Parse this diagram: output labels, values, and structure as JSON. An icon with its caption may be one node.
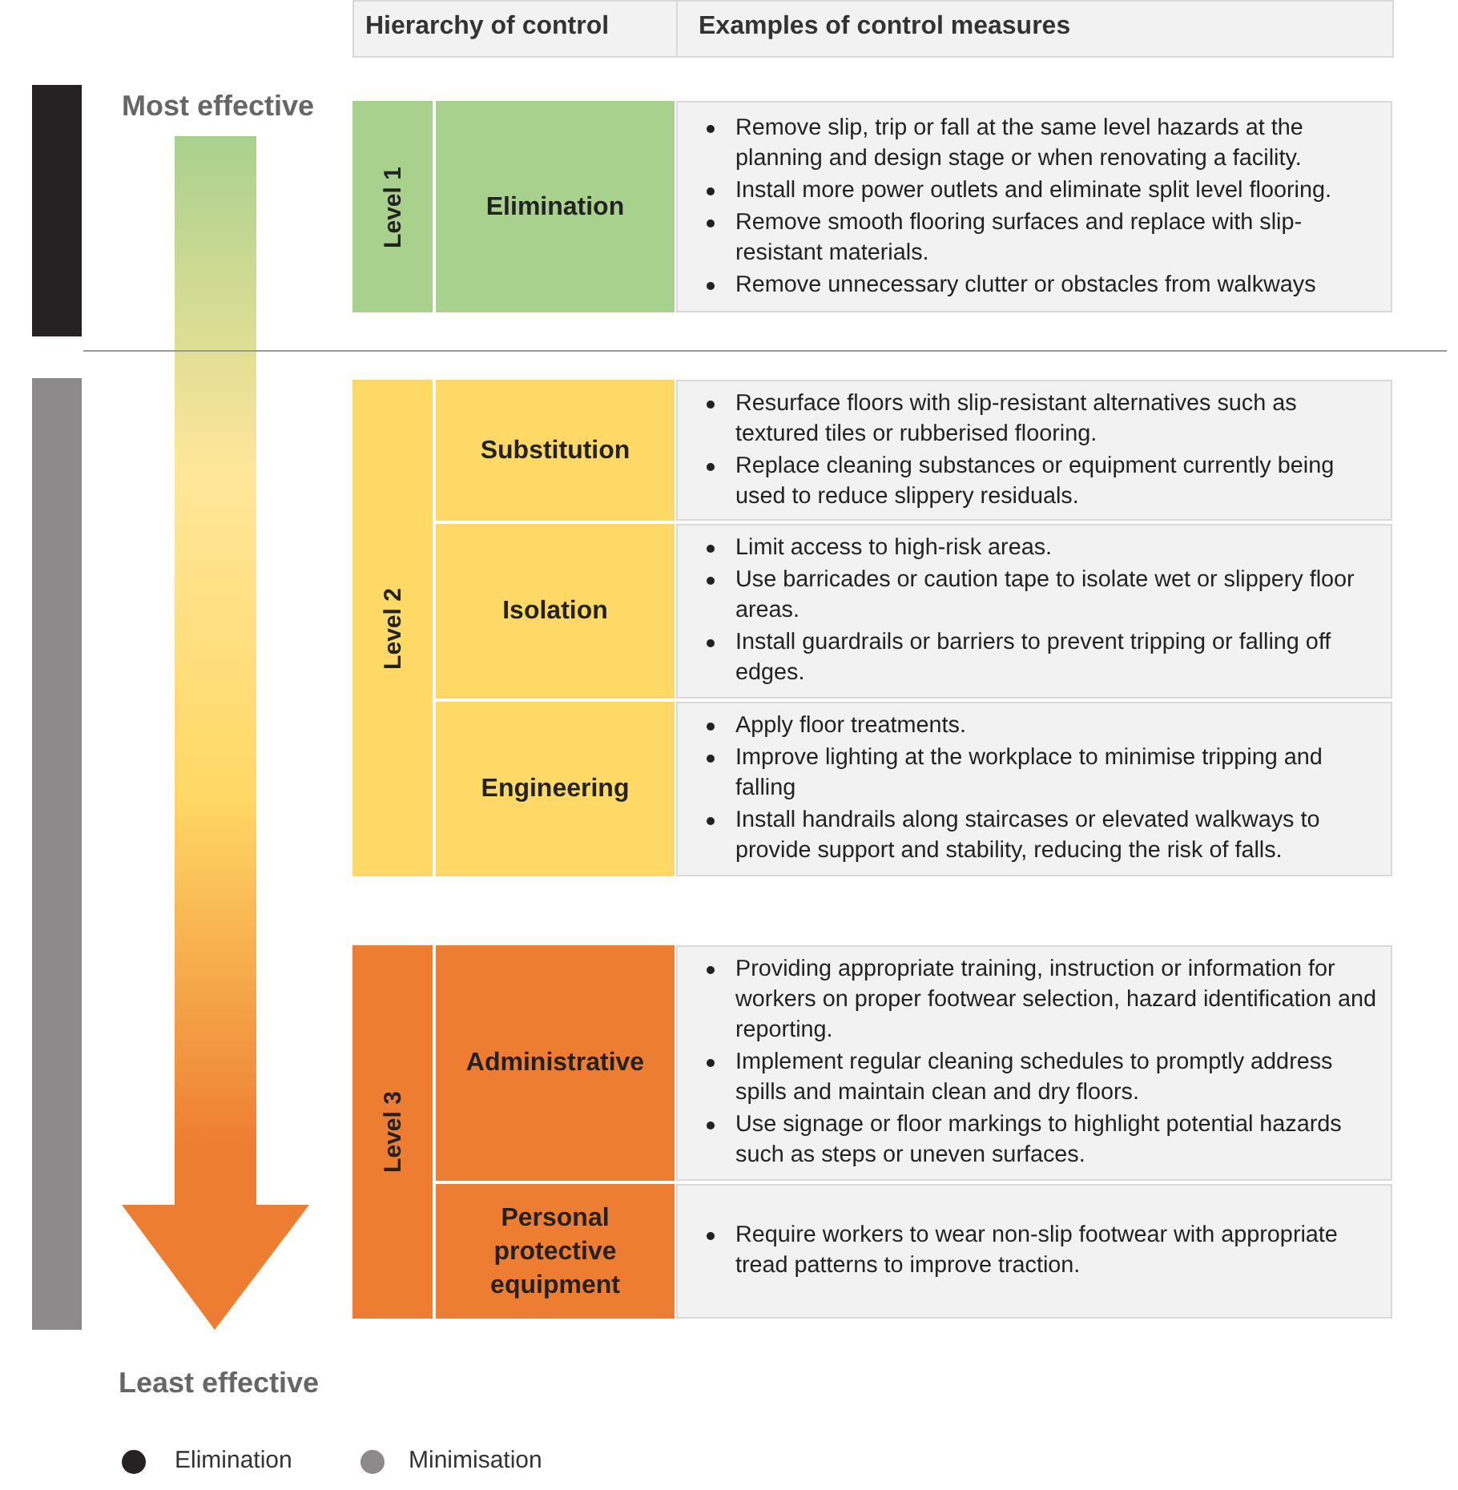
{
  "diagram": {
    "nodes": [
      {
        "text": [
          "Level 1"
        ]
      },
      {
        "text": [
          "Elimination"
        ]
      },
      {
        "text": [
          "Remove slip, trip or fall at the same level hazards at the planning and design stage or when renovating a facility.",
          "Install more power outlets and eliminate split level flooring.",
          "Remove smooth flooring surfaces and replace with slip-resistant materials.",
          "Remove unnecessary clutter or obstacles from walkways"
        ]
      },
      {
        "text": [
          "Level 2"
        ]
      },
      {
        "text": [
          "Substitution"
        ]
      },
      {
        "text": [
          "Resurface floors with slip-resistant alternatives such as textured tiles or rubberised flooring.",
          "Replace cleaning substances or equipment currently being used to reduce slippery residuals."
        ]
      },
      {
        "text": [
          "Isolation"
        ]
      },
      {
        "text": [
          "Limit access to high-risk areas.",
          "Use barricades or caution tape to isolate wet or slippery floor areas.",
          "Install guardrails or barriers to prevent tripping or falling off edges."
        ]
      },
      {
        "text": [
          "Engineering"
        ]
      },
      {
        "text": [
          "Apply floor treatments.",
          "Improve lighting at the workplace to minimise tripping and falling",
          "Install handrails along staircases or elevated walkways to provide support and stability, reducing the risk of falls."
        ]
      },
      {
        "text": [
          "Level 3"
        ]
      },
      {
        "text": [
          "Administrative"
        ]
      },
      {
        "text": [
          "Providing appropriate training, instruction or information for workers on proper footwear selection, hazard identification and reporting.",
          "Implement regular cleaning schedules to promptly address spills and maintain clean and dry floors.",
          "Use signage or floor markings to highlight potential hazards such as steps or uneven surfaces."
        ]
      },
      {
        "text": [
          "Personal protective equipment"
        ]
      },
      {
        "text": [
          "Require workers to wear non-slip footwear with appropriate tread patterns to improve traction."
        ]
      },
      {
        "text": [],
        "shape": "bar"
      },
      {
        "text": [],
        "shape": "bar"
      },
      {
        "text": [
          "Most effective"
        ]
      },
      {
        "text": [
          "Least effective"
        ]
      }
    ],
    "edges": [
      {
        "from": 17,
        "to": 18,
        "arrow": "to"
      }
    ],
    "labels": [
      "Hierarchy of control",
      "Examples of control measures"
    ],
    "legend": [
      {
        "text": "Elimination",
        "color": "#262223"
      },
      {
        "text": "Minimisation",
        "color": "#8c8a8b"
      }
    ]
  }
}
